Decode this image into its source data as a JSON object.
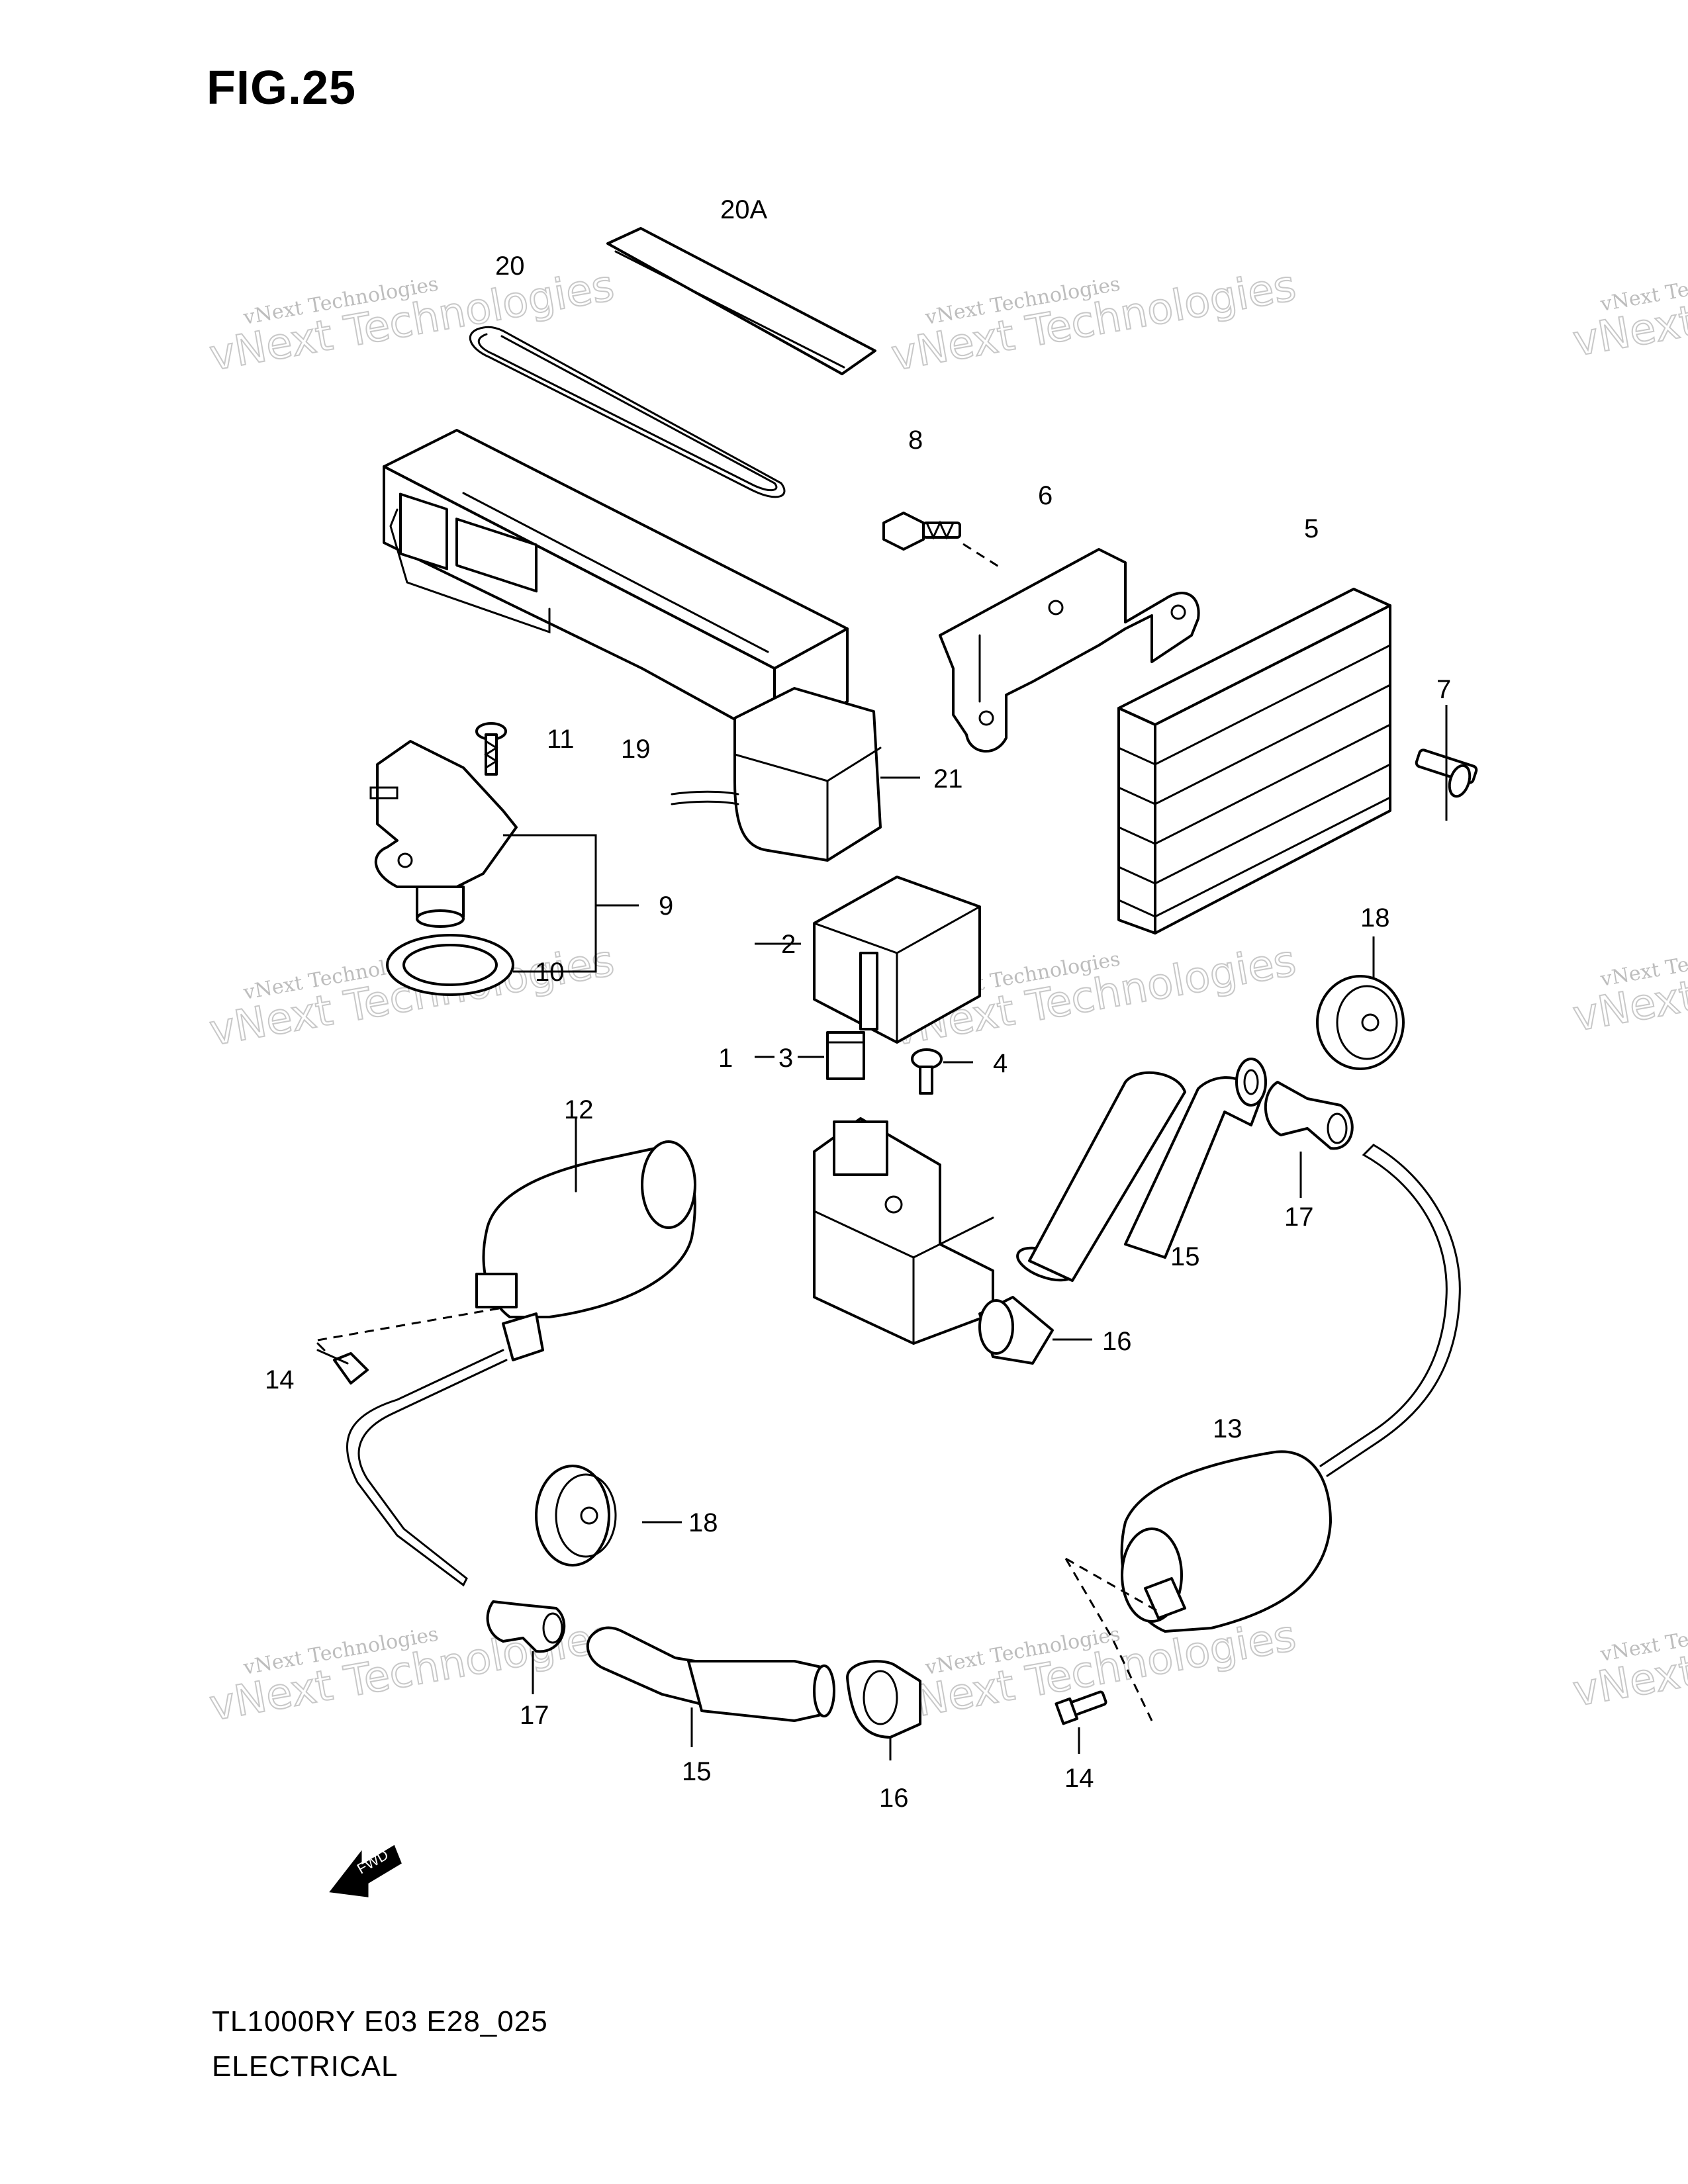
{
  "figure_title": "FIG.25",
  "watermark": {
    "line1": "vNext Technologies",
    "line2": "vNext Technologies"
  },
  "callouts": [
    {
      "id": "c20A",
      "text": "20A"
    },
    {
      "id": "c20",
      "text": "20"
    },
    {
      "id": "c8",
      "text": "8"
    },
    {
      "id": "c6",
      "text": "6"
    },
    {
      "id": "c5",
      "text": "5"
    },
    {
      "id": "c7",
      "text": "7"
    },
    {
      "id": "c11",
      "text": "11"
    },
    {
      "id": "c19",
      "text": "19"
    },
    {
      "id": "c21",
      "text": "21"
    },
    {
      "id": "c9",
      "text": "9"
    },
    {
      "id": "c10",
      "text": "10"
    },
    {
      "id": "c2",
      "text": "2"
    },
    {
      "id": "c18a",
      "text": "18"
    },
    {
      "id": "c1",
      "text": "1"
    },
    {
      "id": "c3",
      "text": "3"
    },
    {
      "id": "c4",
      "text": "4"
    },
    {
      "id": "c12",
      "text": "12"
    },
    {
      "id": "c17a",
      "text": "17"
    },
    {
      "id": "c15a",
      "text": "15"
    },
    {
      "id": "c16a",
      "text": "16"
    },
    {
      "id": "c14a",
      "text": "14"
    },
    {
      "id": "c13",
      "text": "13"
    },
    {
      "id": "c18b",
      "text": "18"
    },
    {
      "id": "c17b",
      "text": "17"
    },
    {
      "id": "c15b",
      "text": "15"
    },
    {
      "id": "c16b",
      "text": "16"
    },
    {
      "id": "c14b",
      "text": "14"
    }
  ],
  "footer": {
    "model_code": "TL1000RY E03 E28_025",
    "section": "ELECTRICAL"
  }
}
